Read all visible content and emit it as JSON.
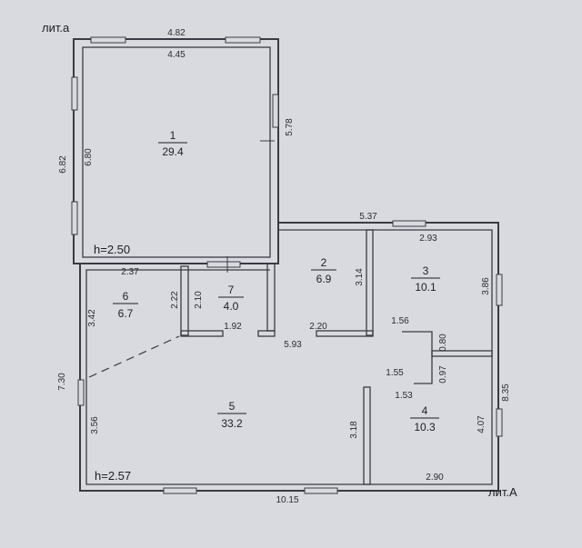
{
  "plan": {
    "letters": {
      "top_left": "лит.а",
      "bottom_right": "лит.А"
    },
    "heights": {
      "upper": "h=2.50",
      "lower": "h=2.57"
    },
    "rooms": [
      {
        "number": "1",
        "area": "29.4"
      },
      {
        "number": "2",
        "area": "6.9"
      },
      {
        "number": "3",
        "area": "10.1"
      },
      {
        "number": "4",
        "area": "10.3"
      },
      {
        "number": "5",
        "area": "33.2"
      },
      {
        "number": "6",
        "area": "6.7"
      },
      {
        "number": "7",
        "area": "4.0"
      }
    ],
    "dimensions": {
      "d482": "4.82",
      "d445": "4.45",
      "d682": "6.82",
      "d680": "6.80",
      "d578": "5.78",
      "d537": "5.37",
      "d293": "2.93",
      "d237": "2.37",
      "d222": "2.22",
      "d210": "2.10",
      "d314": "3.14",
      "d386": "3.86",
      "d342": "3.42",
      "d192": "1.92",
      "d220": "2.20",
      "d593": "5.93",
      "d156": "1.56",
      "d080": "0.80",
      "d155": "1.55",
      "d097": "0.97",
      "d153": "1.53",
      "d730": "7.30",
      "d835": "8.35",
      "d356": "3.56",
      "d318": "3.18",
      "d407": "4.07",
      "d290": "2.90",
      "d1015": "10.15"
    }
  }
}
